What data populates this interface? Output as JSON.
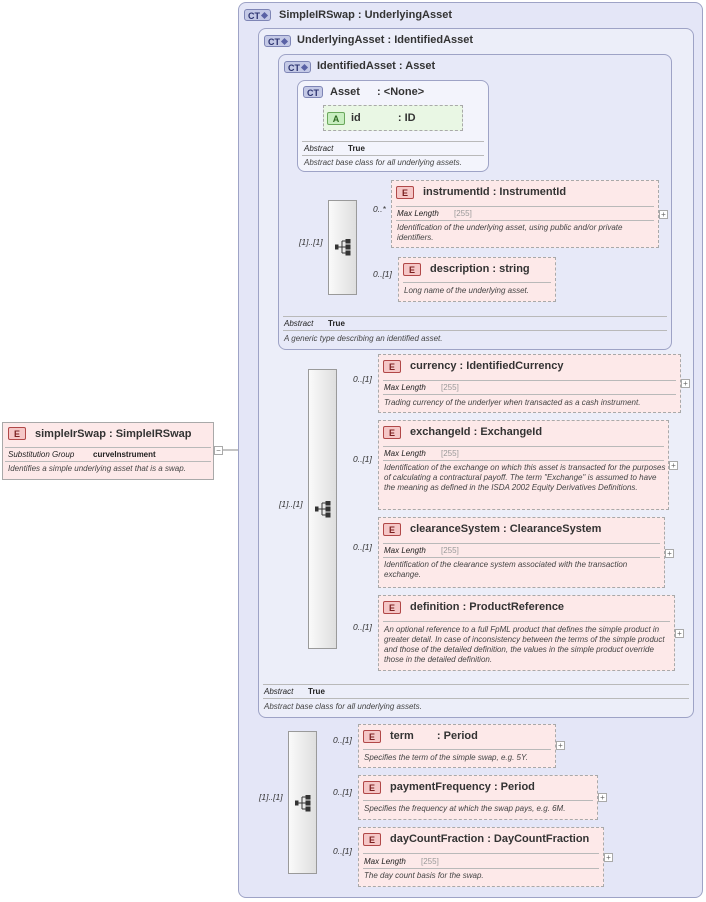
{
  "root": {
    "badge": "E",
    "name": "simpleIrSwap",
    "sep": ":",
    "type": "SimpleIRSwap",
    "subst_label": "Substitution Group",
    "subst_value": "curveInstrument",
    "doc": "Identifies a simple underlying asset that is a swap.",
    "collapse": "−"
  },
  "ct_simpleirswap": {
    "badge": "CT",
    "name": "SimpleIRSwap",
    "sep": ":",
    "base": "UnderlyingAsset"
  },
  "ct_underlyingasset": {
    "badge": "CT",
    "name": "UnderlyingAsset",
    "sep": ":",
    "base": "IdentifiedAsset",
    "abstract_label": "Abstract",
    "abstract_value": "True",
    "doc": "Abstract base class for all underlying assets."
  },
  "ct_identifiedasset": {
    "badge": "CT",
    "name": "IdentifiedAsset",
    "sep": ":",
    "base": "Asset",
    "abstract_label": "Abstract",
    "abstract_value": "True",
    "doc": "A generic type describing an identified asset."
  },
  "ct_asset": {
    "badge": "CT",
    "name": "Asset",
    "sep": ":",
    "base": "<None>",
    "attr_badge": "A",
    "attr_name": "id",
    "attr_sep": ":",
    "attr_type": "ID",
    "abstract_label": "Abstract",
    "abstract_value": "True",
    "doc": "Abstract base class for all underlying assets."
  },
  "seq1": {
    "card": "[1]..[1]",
    "elements": [
      {
        "card": "0..*",
        "badge": "E",
        "name": "instrumentId",
        "sep": ":",
        "type": "InstrumentId",
        "facet_label": "Max Length",
        "facet_value": "[255]",
        "doc": "Identification of the underlying asset, using public and/or private identifiers.",
        "plus": "+"
      },
      {
        "card": "0..[1]",
        "badge": "E",
        "name": "description",
        "sep": ":",
        "type": "string",
        "doc": "Long name of the underlying asset."
      }
    ]
  },
  "seq2": {
    "card": "[1]..[1]",
    "elements": [
      {
        "card": "0..[1]",
        "badge": "E",
        "name": "currency",
        "sep": ":",
        "type": "IdentifiedCurrency",
        "facet_label": "Max Length",
        "facet_value": "[255]",
        "doc": "Trading currency of the underlyer when transacted as a cash instrument.",
        "plus": "+"
      },
      {
        "card": "0..[1]",
        "badge": "E",
        "name": "exchangeId",
        "sep": ":",
        "type": "ExchangeId",
        "facet_label": "Max Length",
        "facet_value": "[255]",
        "doc": "Identification of the exchange on which this asset is transacted for the purposes of calculating a contractural payoff. The term \"Exchange\" is assumed to have the meaning as defined in the ISDA 2002 Equity Derivatives Definitions.",
        "plus": "+"
      },
      {
        "card": "0..[1]",
        "badge": "E",
        "name": "clearanceSystem",
        "sep": ":",
        "type": "ClearanceSystem",
        "facet_label": "Max Length",
        "facet_value": "[255]",
        "doc": "Identification of the clearance system associated with the transaction exchange.",
        "plus": "+"
      },
      {
        "card": "0..[1]",
        "badge": "E",
        "name": "definition",
        "sep": ":",
        "type": "ProductReference",
        "doc": "An optional reference to a full FpML product that defines the simple product in greater detail. In case of inconsistency between the terms of the simple product and those of the detailed definition, the values in the simple product override those in the detailed definition.",
        "plus": "+"
      }
    ]
  },
  "seq3": {
    "card": "[1]..[1]",
    "elements": [
      {
        "card": "0..[1]",
        "badge": "E",
        "name": "term",
        "sep": ":",
        "type": "Period",
        "doc": "Specifies the term of the simple swap, e.g. 5Y.",
        "plus": "+"
      },
      {
        "card": "0..[1]",
        "badge": "E",
        "name": "paymentFrequency",
        "sep": ":",
        "type": "Period",
        "doc": "Specifies the frequency at which the swap pays, e.g. 6M.",
        "plus": "+"
      },
      {
        "card": "0..[1]",
        "badge": "E",
        "name": "dayCountFraction",
        "sep": ":",
        "type": "DayCountFraction",
        "facet_label": "Max Length",
        "facet_value": "[255]",
        "doc": "The day count basis for the swap.",
        "plus": "+"
      }
    ]
  }
}
